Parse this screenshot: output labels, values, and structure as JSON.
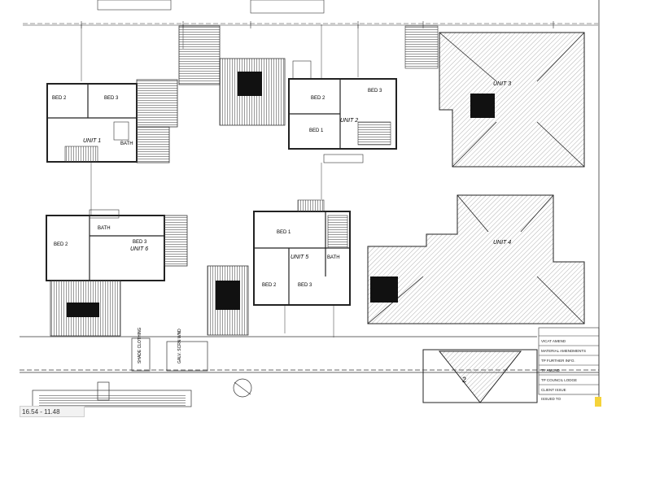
{
  "plan": {
    "units": [
      {
        "label": "UNIT 1",
        "rooms": {
          "bed_a": "BED 2",
          "bed_b": "BED 3",
          "bath": "BATH"
        }
      },
      {
        "label": "UNIT 2",
        "rooms": {
          "bed_a": "BED 2",
          "bed_b": "BED 1",
          "bed_c": "BED 3"
        }
      },
      {
        "label": "UNIT 3"
      },
      {
        "label": "UNIT 6",
        "rooms": {
          "bed_a": "BED 2",
          "bed_b": "BED 3",
          "bath": "BATH"
        }
      },
      {
        "label": "UNIT 5",
        "rooms": {
          "bed_a": "BED 1",
          "bed_b": "BED 2",
          "bed_c": "BED 3",
          "bath": "BATH"
        }
      },
      {
        "label": "UNIT 4"
      }
    ],
    "north_label": "2",
    "site_notes": {
      "shade": "SHADE CLOTHING",
      "gate": "GALV. SCRN WND"
    }
  },
  "title_block": {
    "rows": [
      "VICAT AMEND",
      "MATERIAL AMENDMENTS",
      "TP FURTHER INFO.",
      "TP AMEND",
      "TP COUNCIL LODGE",
      "CLIENT ISSUE",
      "ISSUED TO"
    ]
  },
  "status": {
    "text": "16.54 - 11.48"
  },
  "colors": {
    "line": "#222222",
    "hatch": "#555555",
    "highlight": "#f5d33a"
  }
}
